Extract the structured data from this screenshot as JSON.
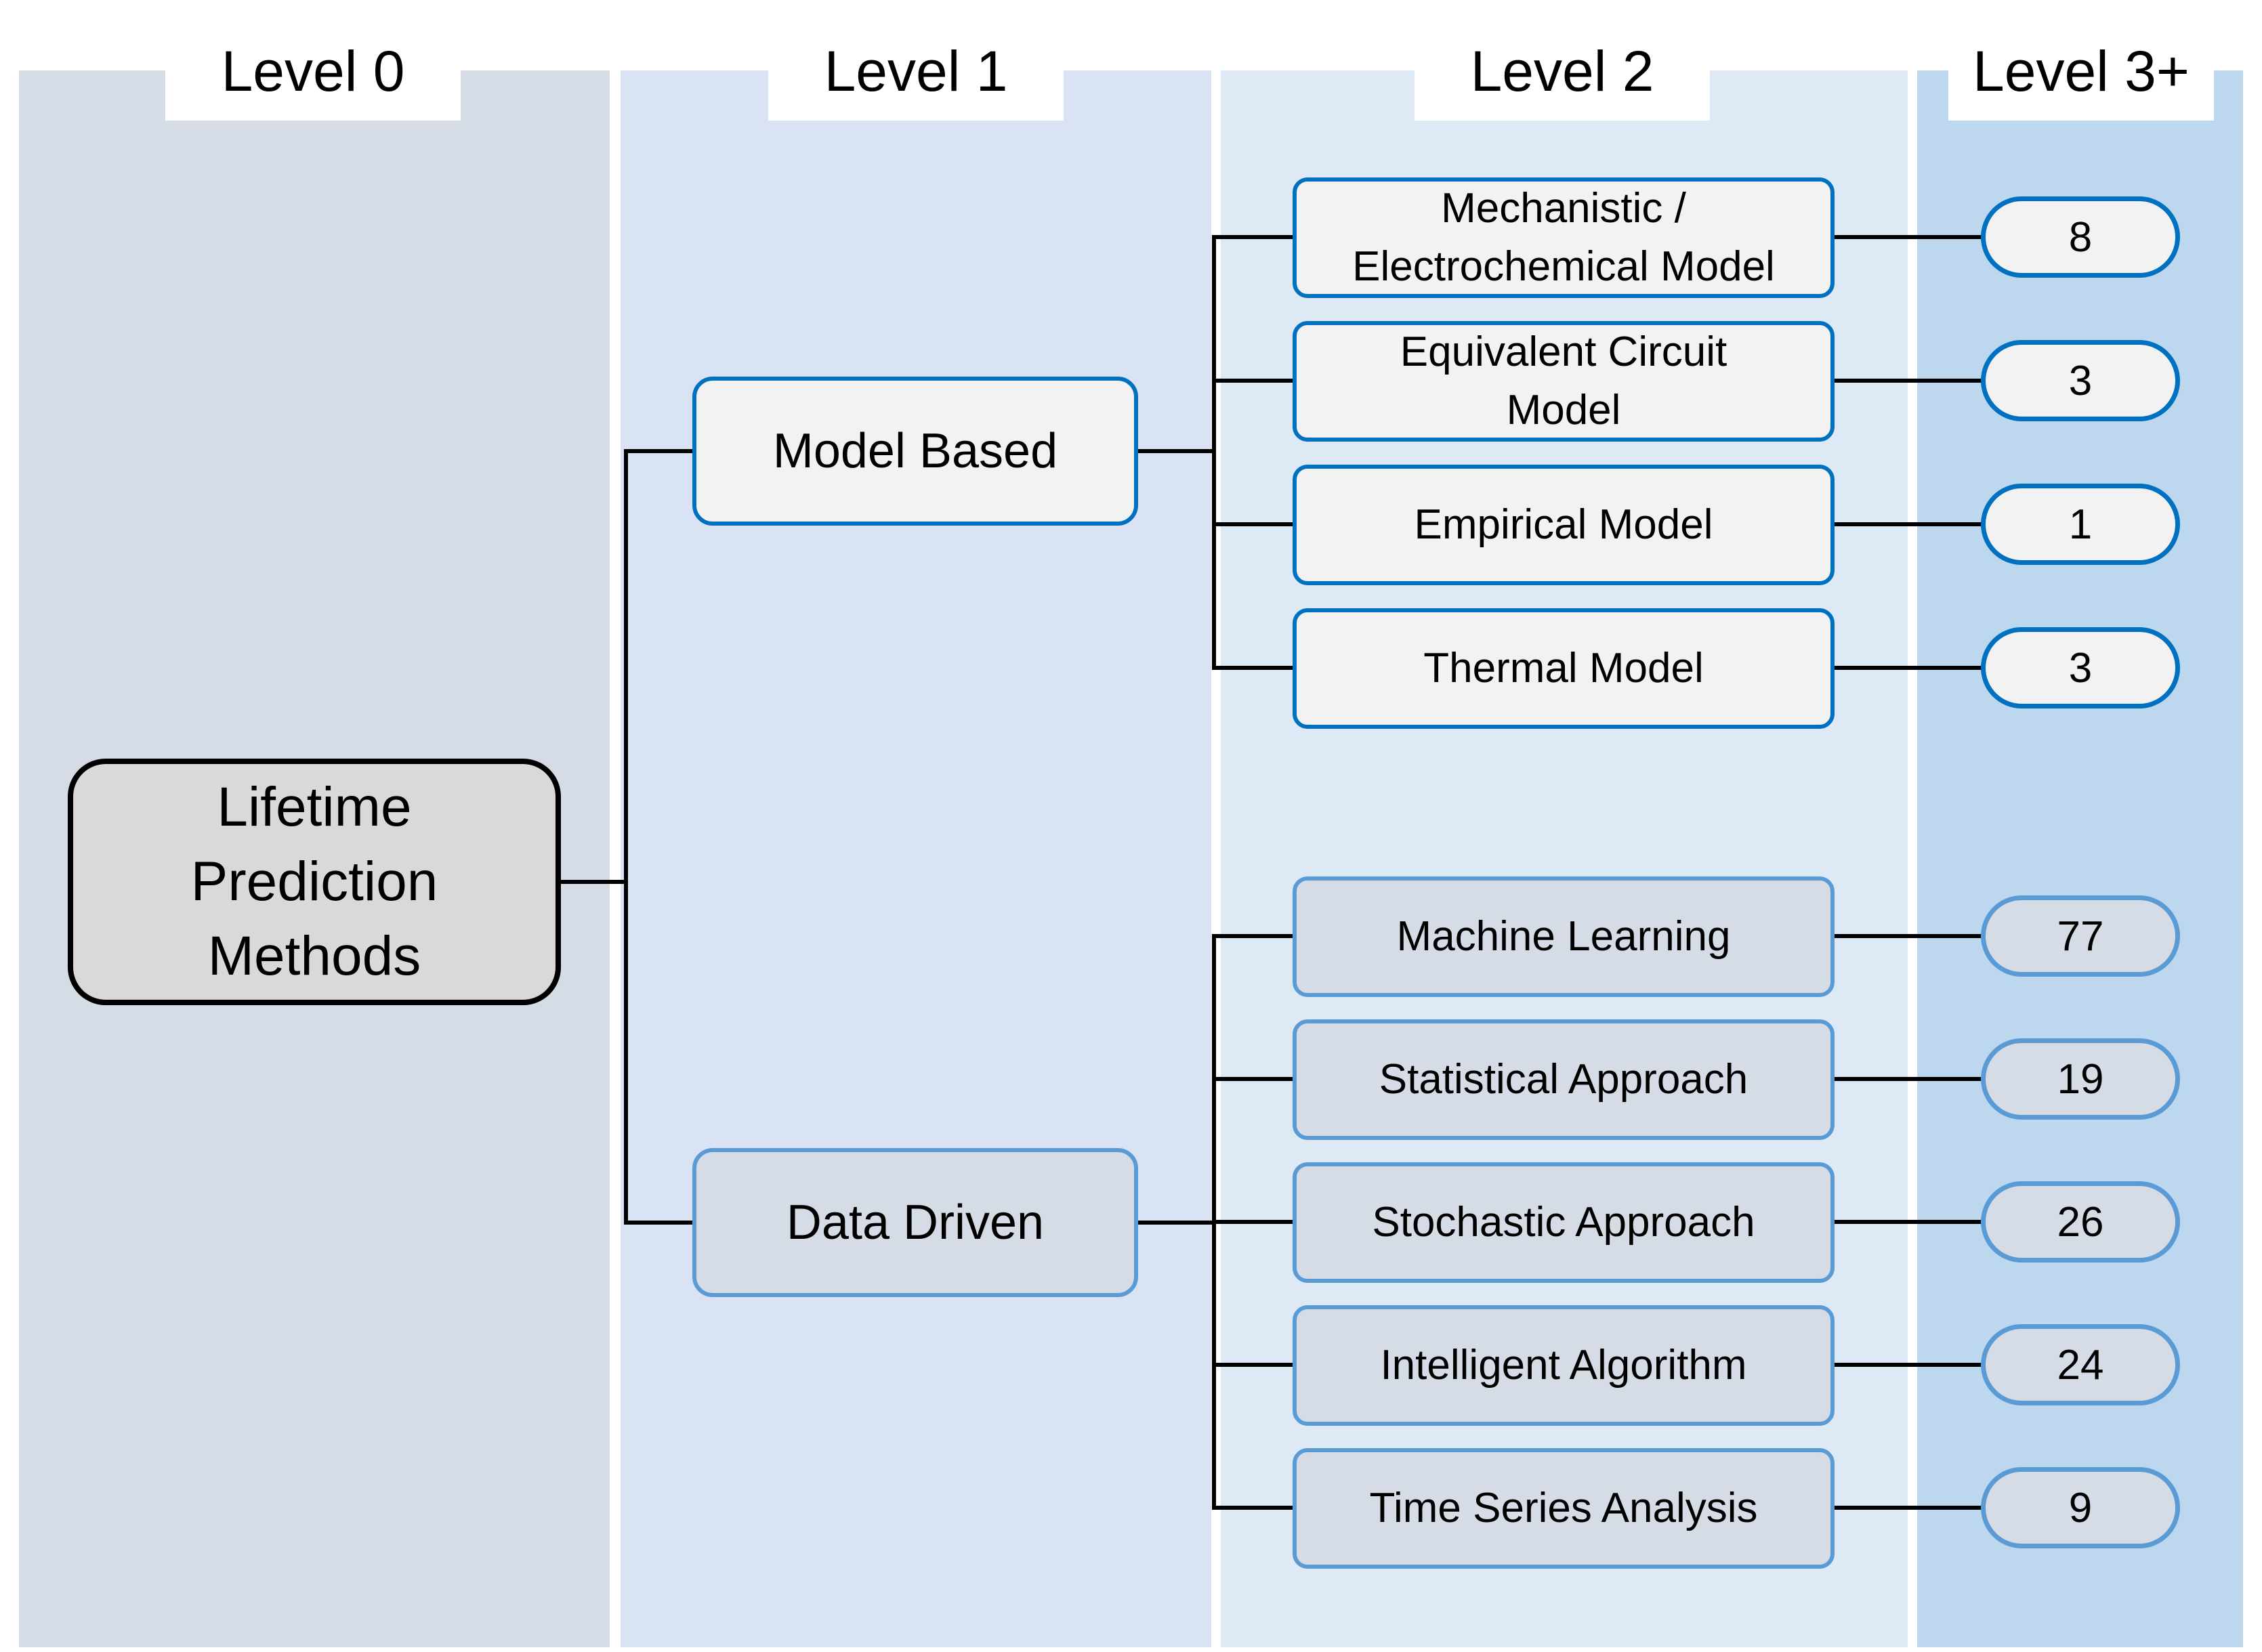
{
  "headers": [
    "Level 0",
    "Level 1",
    "Level 2",
    "Level 3+"
  ],
  "root": {
    "label": "Lifetime\nPrediction\nMethods"
  },
  "level1": [
    {
      "label": "Model Based"
    },
    {
      "label": "Data Driven"
    }
  ],
  "model_based": [
    {
      "label": "Mechanistic /\nElectrochemical Model",
      "count": "8"
    },
    {
      "label": "Equivalent Circuit\nModel",
      "count": "3"
    },
    {
      "label": "Empirical Model",
      "count": "1"
    },
    {
      "label": "Thermal Model",
      "count": "3"
    }
  ],
  "data_driven": [
    {
      "label": "Machine Learning",
      "count": "77"
    },
    {
      "label": "Statistical Approach",
      "count": "19"
    },
    {
      "label": "Stochastic Approach",
      "count": "26"
    },
    {
      "label": "Intelligent Algorithm",
      "count": "24"
    },
    {
      "label": "Time Series Analysis",
      "count": "9"
    }
  ]
}
